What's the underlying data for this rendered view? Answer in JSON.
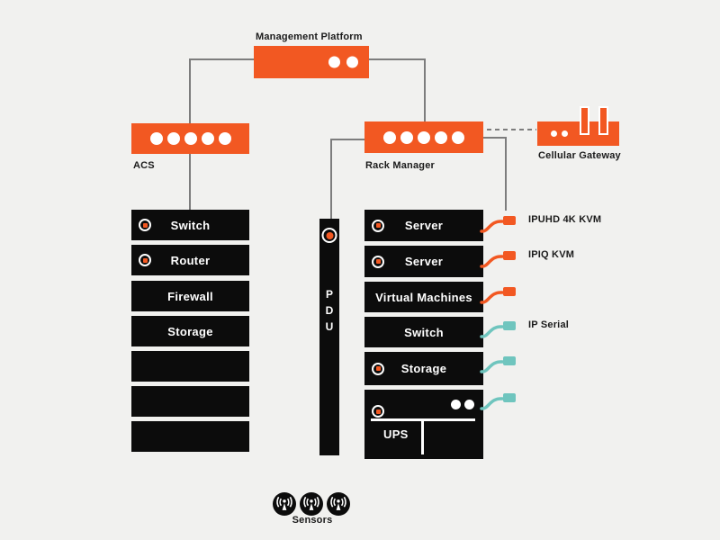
{
  "colors": {
    "orange": "#F25822",
    "teal": "#6FC5BE",
    "device_black": "#0C0C0C",
    "line_gray": "#7D7D7D",
    "background": "#F1F1EF",
    "label_text": "#1B1B1B",
    "device_text": "#FFFFFF"
  },
  "management_platform": {
    "label": "Management Platform",
    "port_dots": 2
  },
  "acs": {
    "label": "ACS",
    "port_dots": 5
  },
  "rack_manager": {
    "label": "Rack Manager",
    "port_dots": 5
  },
  "cellular_gateway": {
    "label": "Cellular Gateway",
    "port_dots": 2,
    "antennas": 2
  },
  "pdu": {
    "label": "PDU",
    "letters": [
      "P",
      "D",
      "U"
    ]
  },
  "sensors": {
    "label": "Sensors",
    "count": 3
  },
  "left_rack": {
    "items": [
      {
        "label": "Switch",
        "led": true
      },
      {
        "label": "Router",
        "led": true
      },
      {
        "label": "Firewall",
        "led": false
      },
      {
        "label": "Storage",
        "led": false
      },
      {
        "label": "",
        "led": false
      },
      {
        "label": "",
        "led": false
      },
      {
        "label": "",
        "led": false
      }
    ]
  },
  "right_rack": {
    "items": [
      {
        "label": "Server",
        "led": true,
        "connector": {
          "color": "orange",
          "label": "IPUHD 4K KVM"
        }
      },
      {
        "label": "Server",
        "led": true,
        "connector": {
          "color": "orange",
          "label": "IPIQ KVM"
        }
      },
      {
        "label": "Virtual Machines",
        "led": false,
        "connector": {
          "color": "orange",
          "label": ""
        }
      },
      {
        "label": "Switch",
        "led": false,
        "connector": {
          "color": "teal",
          "label": "IP Serial"
        }
      },
      {
        "label": "Storage",
        "led": true,
        "connector": {
          "color": "teal",
          "label": ""
        }
      },
      {
        "label": "UPS",
        "led": true,
        "indicator_dots": 2,
        "connector": {
          "color": "teal",
          "label": ""
        }
      }
    ]
  }
}
